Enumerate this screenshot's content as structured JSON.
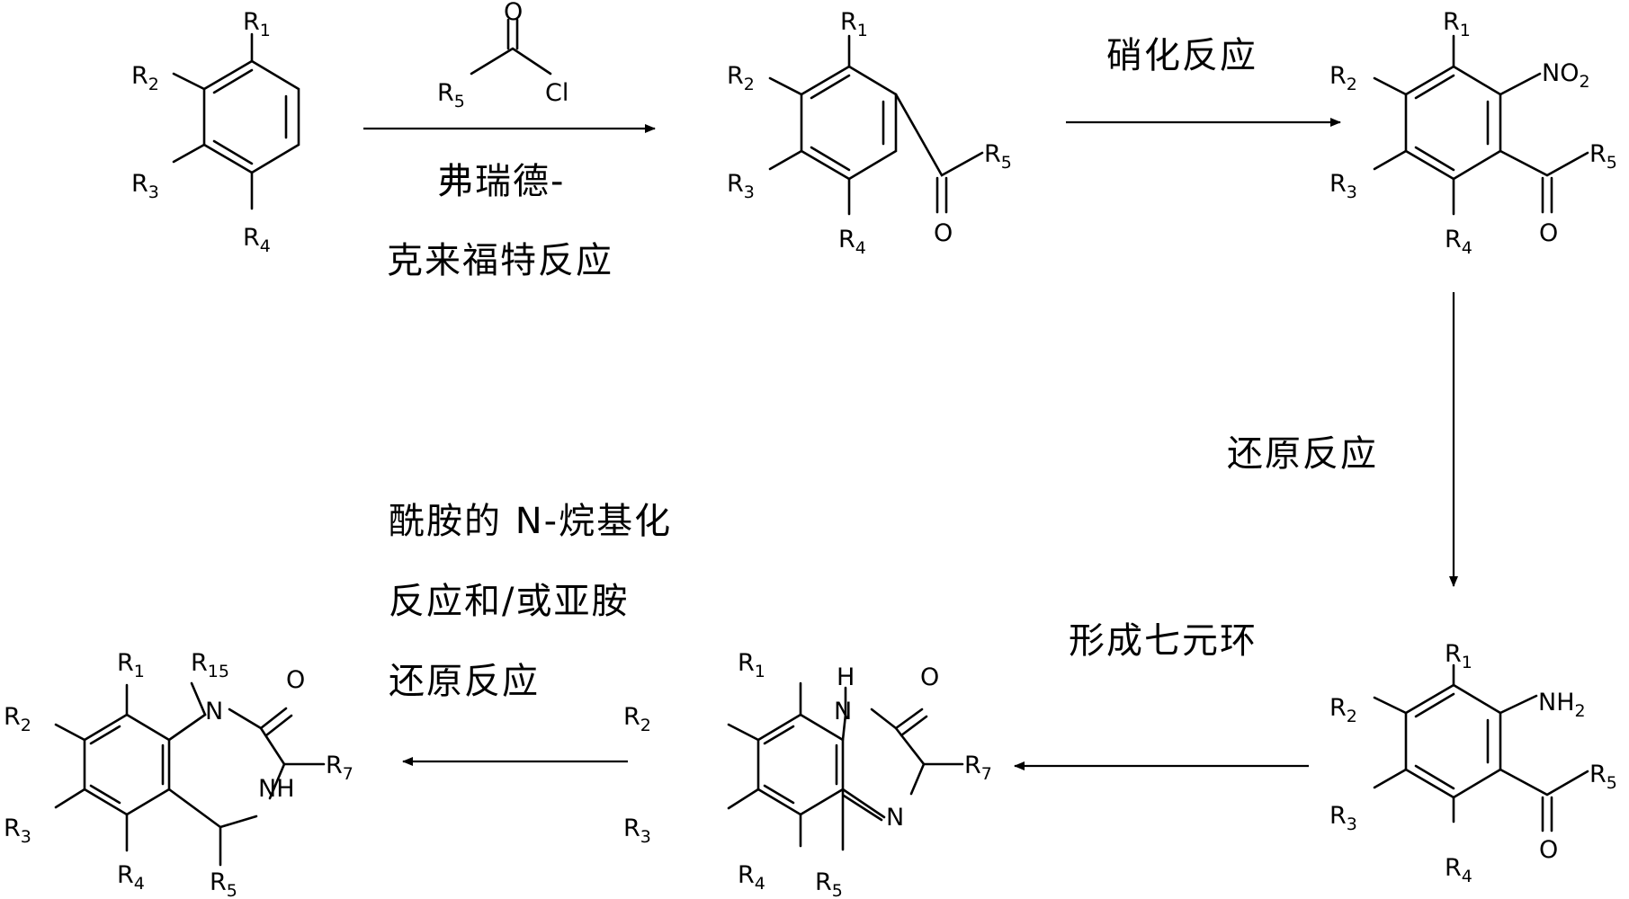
{
  "compounds": {
    "c1": {
      "r1": "R",
      "r1s": "1",
      "r2": "R",
      "r2s": "2",
      "r3": "R",
      "r3s": "3",
      "r4": "R",
      "r4s": "4"
    },
    "reagent": {
      "o": "O",
      "r5": "R",
      "r5s": "5",
      "cl": "Cl"
    },
    "c2": {
      "r1": "R",
      "r1s": "1",
      "r2": "R",
      "r2s": "2",
      "r3": "R",
      "r3s": "3",
      "r4": "R",
      "r4s": "4",
      "r5": "R",
      "r5s": "5",
      "o": "O"
    },
    "c3": {
      "r1": "R",
      "r1s": "1",
      "r2": "R",
      "r2s": "2",
      "r3": "R",
      "r3s": "3",
      "r4": "R",
      "r4s": "4",
      "r5": "R",
      "r5s": "5",
      "o": "O",
      "no2": "NO",
      "no2s": "2"
    },
    "c4": {
      "r1": "R",
      "r1s": "1",
      "r2": "R",
      "r2s": "2",
      "r3": "R",
      "r3s": "3",
      "r4": "R",
      "r4s": "4",
      "r5": "R",
      "r5s": "5",
      "o": "O",
      "nh2": "NH",
      "nh2s": "2"
    },
    "c5": {
      "r1": "R",
      "r1s": "1",
      "r2": "R",
      "r2s": "2",
      "r3": "R",
      "r3s": "3",
      "r4": "R",
      "r4s": "4",
      "r5": "R",
      "r5s": "5",
      "r7": "R",
      "r7s": "7",
      "h": "H",
      "n1": "N",
      "n2": "N",
      "o": "O"
    },
    "c6": {
      "r1": "R",
      "r1s": "1",
      "r2": "R",
      "r2s": "2",
      "r3": "R",
      "r3s": "3",
      "r4": "R",
      "r4s": "4",
      "r5": "R",
      "r5s": "5",
      "r7": "R",
      "r7s": "7",
      "r15": "R",
      "r15s": "15",
      "n": "N",
      "nh": "NH",
      "o": "O"
    }
  },
  "steps": {
    "step1_line1": "弗瑞德-",
    "step1_line2": "克来福特反应",
    "step2": "硝化反应",
    "step3": "还原反应",
    "step4": "形成七元环",
    "step5_line1": "酰胺的 N-烷基化",
    "step5_line2": "反应和/或亚胺",
    "step5_line3": "还原反应"
  }
}
